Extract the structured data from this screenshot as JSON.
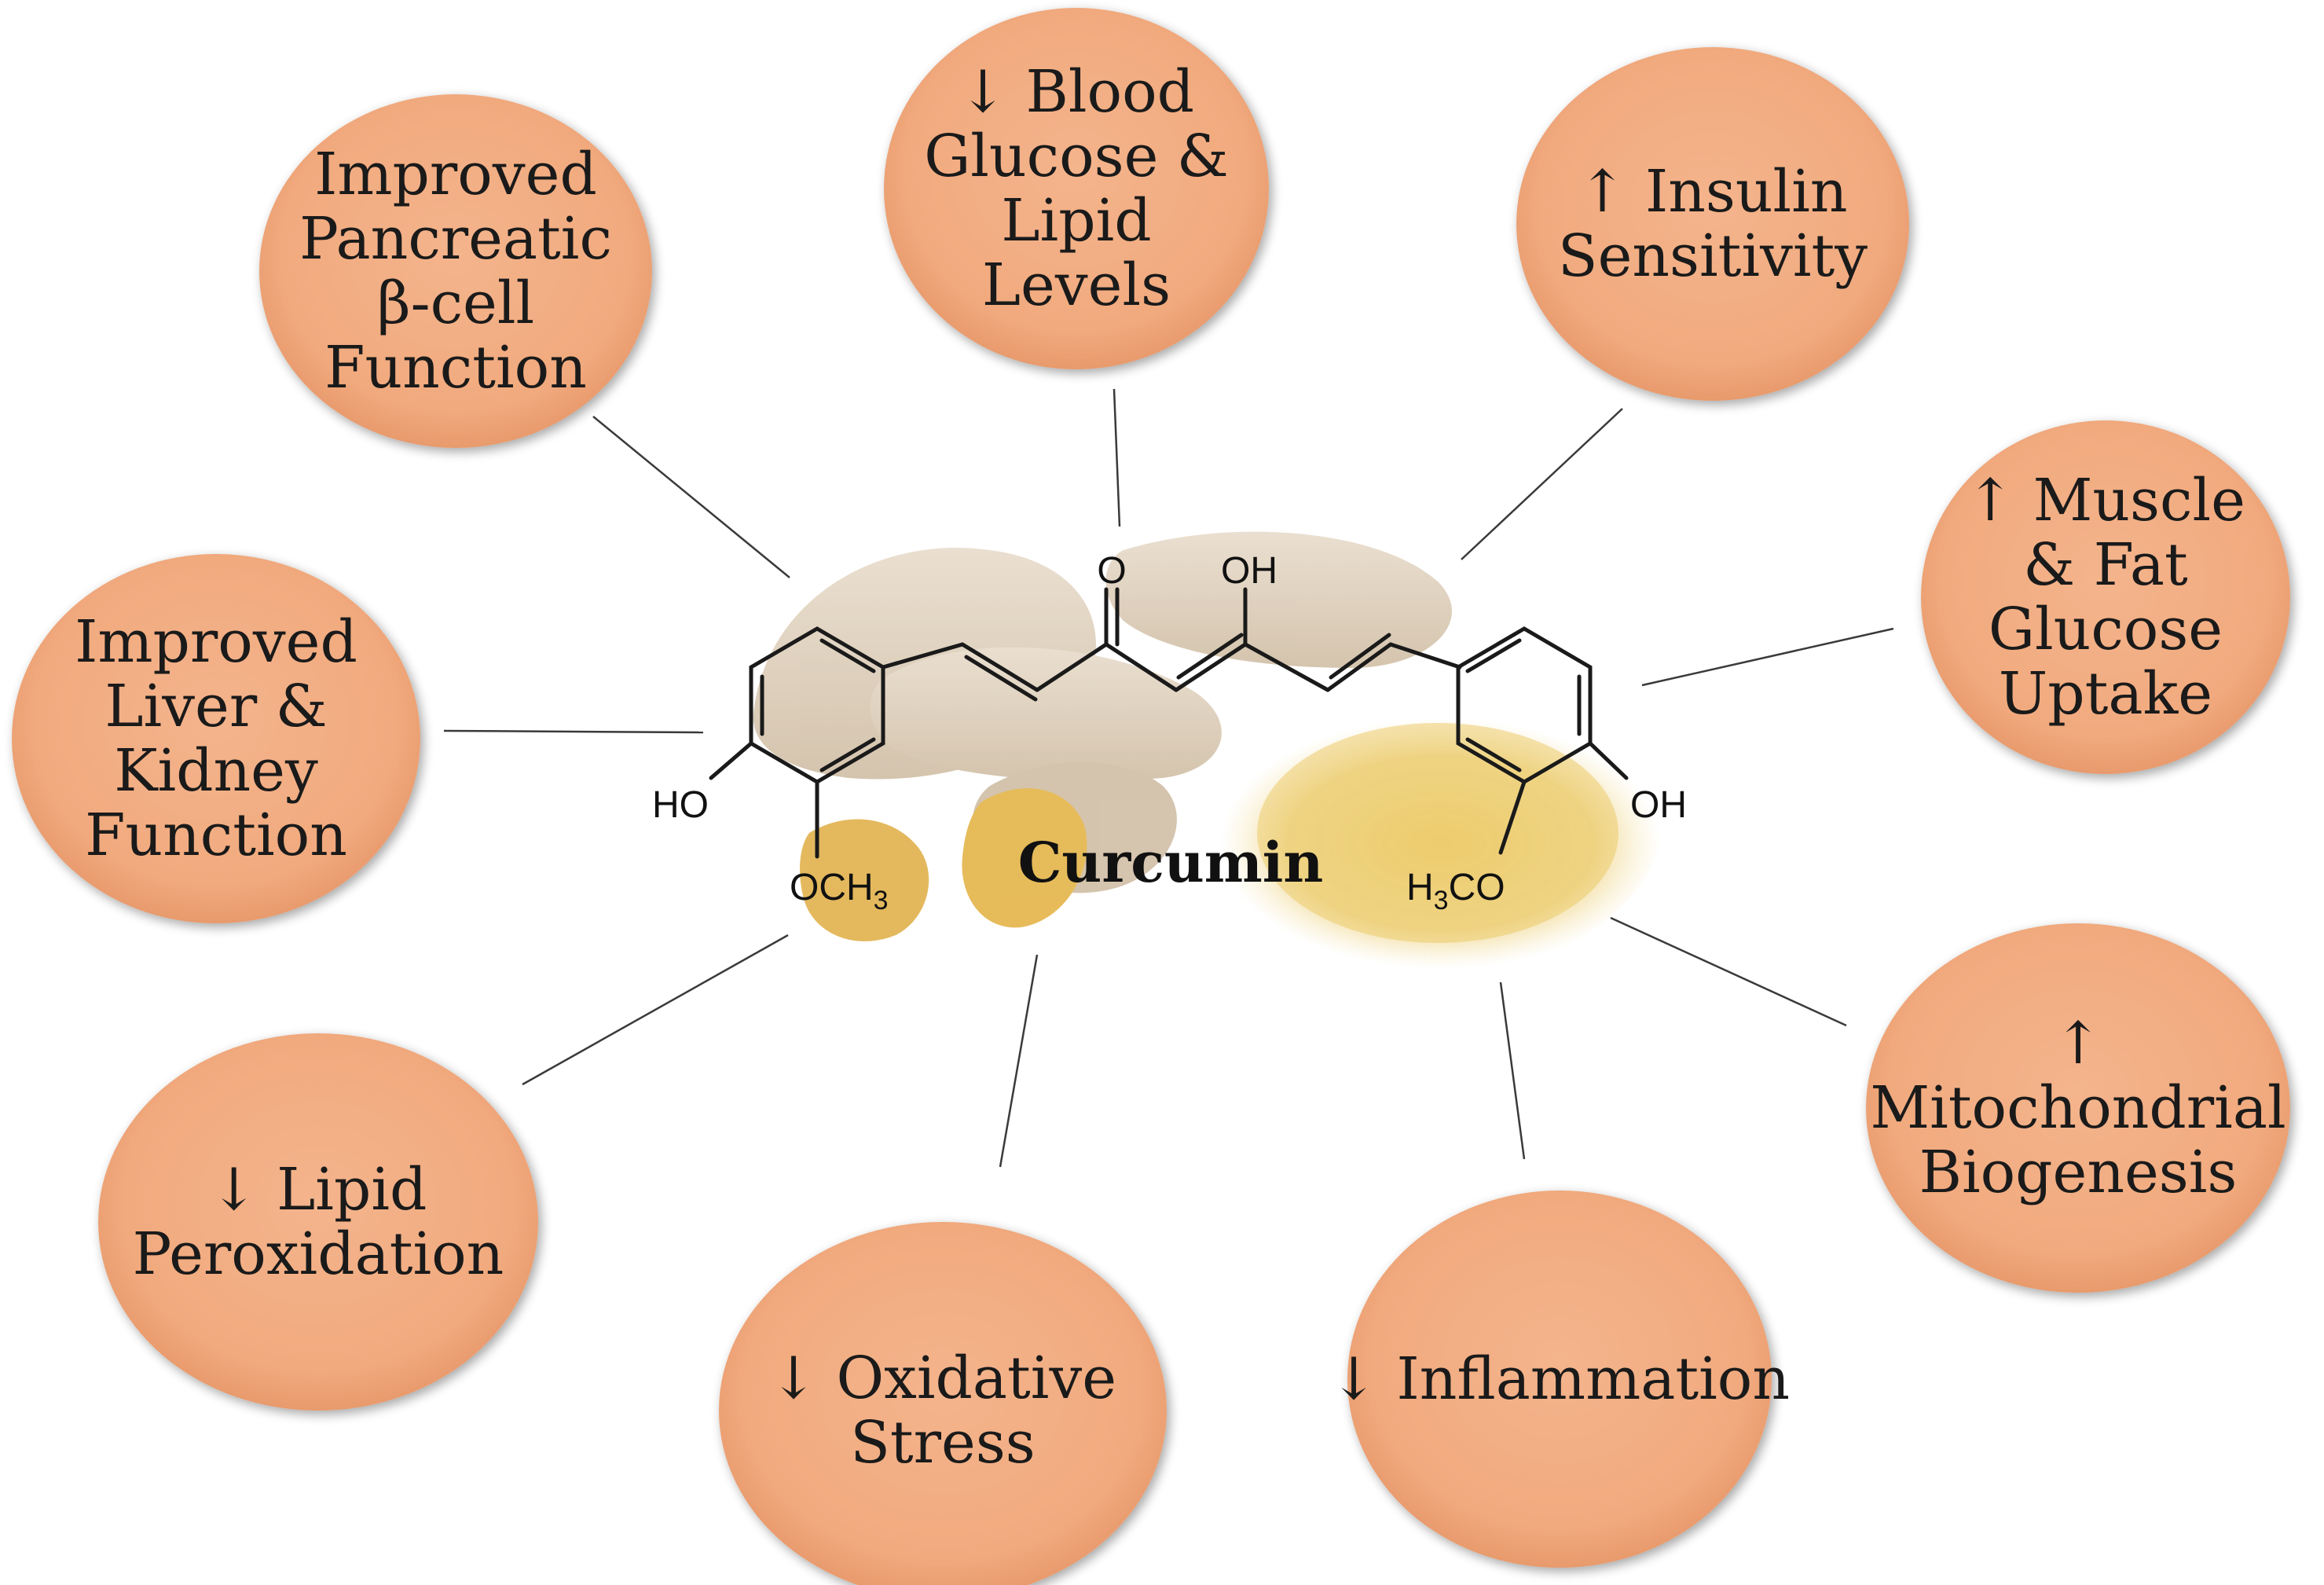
{
  "center": {
    "label": "Curcumin",
    "molecule_labels": {
      "ketone_o": "O",
      "enol_oh": "OH",
      "left_ho": "HO",
      "right_oh": "OH",
      "left_methoxy_main": "OCH",
      "left_methoxy_sub": "3",
      "right_methoxy_pre": "H",
      "right_methoxy_sub": "3",
      "right_methoxy_post": "CO"
    }
  },
  "effects": [
    {
      "id": "pancreatic",
      "lines": [
        "Improved",
        "Pancreatic",
        "β-cell",
        "Function"
      ]
    },
    {
      "id": "glucose-lipid",
      "lines": [
        "↓ Blood",
        "Glucose &",
        "Lipid",
        "Levels"
      ]
    },
    {
      "id": "insulin",
      "lines": [
        "↑ Insulin",
        "Sensitivity"
      ]
    },
    {
      "id": "muscle-fat",
      "lines": [
        "↑ Muscle",
        "& Fat",
        "Glucose",
        "Uptake"
      ]
    },
    {
      "id": "mitochondrial",
      "lines": [
        "↑",
        "Mitochondrial",
        "Biogenesis"
      ]
    },
    {
      "id": "inflammation",
      "lines": [
        "↓ Inflammation"
      ]
    },
    {
      "id": "oxidative",
      "lines": [
        "↓ Oxidative",
        "Stress"
      ]
    },
    {
      "id": "lipid-peroxidation",
      "lines": [
        "↓ Lipid",
        "Peroxidation"
      ]
    },
    {
      "id": "liver-kidney",
      "lines": [
        "Improved",
        "Liver &",
        "Kidney",
        "Function"
      ]
    }
  ],
  "colors": {
    "bubble_fill": "#F2AE84",
    "bubble_shadow": "#d98c60",
    "turmeric_root": "#d8c7b0",
    "turmeric_powder": "#e7c04a",
    "text": "#1a1a1a"
  }
}
